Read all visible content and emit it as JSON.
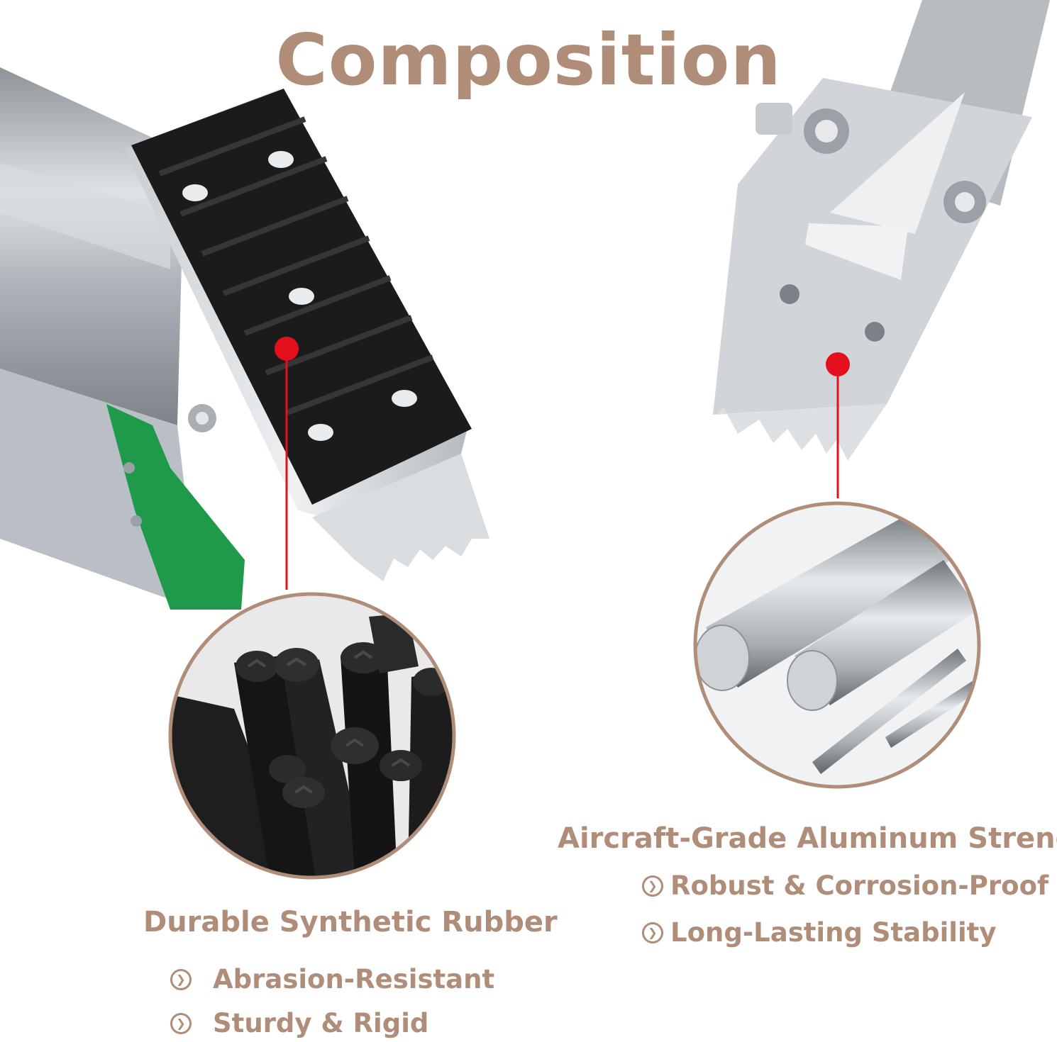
{
  "title": "Composition",
  "colors": {
    "accent": "#b08d79",
    "pointer": "#e3101b"
  },
  "left_feature": {
    "heading": "Durable Synthetic Rubber",
    "bullets": [
      "Abrasion-Resistant",
      "Sturdy & Rigid"
    ],
    "bullet_icon": "chevron-circle-icon"
  },
  "right_feature": {
    "heading": "Aircraft-Grade Aluminum Strength",
    "bullets": [
      "Robust & Corrosion-Proof",
      "Long-Lasting Stability"
    ],
    "bullet_icon": "chevron-circle-icon"
  }
}
